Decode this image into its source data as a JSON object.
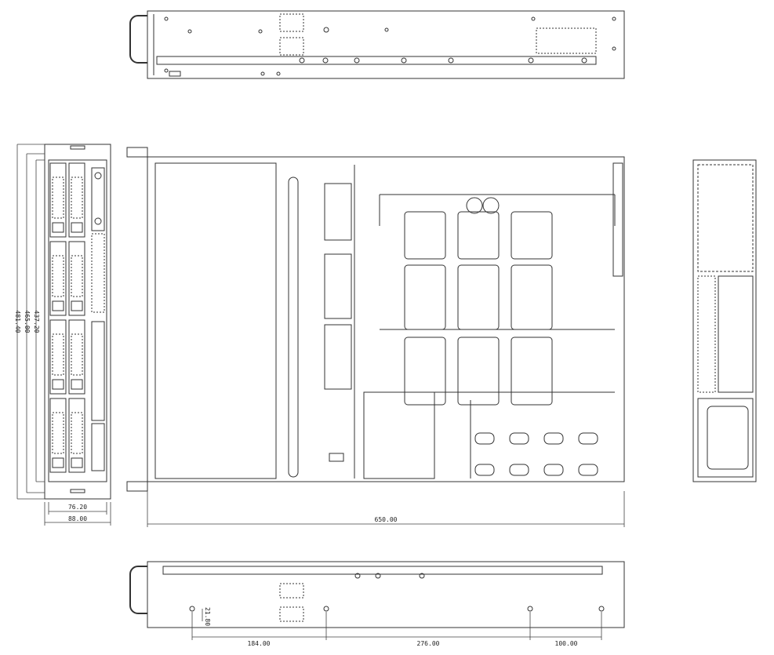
{
  "colors": {
    "ink": "#333333",
    "light_ink": "#777777",
    "paper": "#ffffff"
  },
  "dimensions": {
    "front_inner_width": "76.20",
    "front_outer_width": "88.00",
    "height_1": "437.20",
    "height_2": "465.00",
    "height_3": "481.40",
    "depth": "650.00",
    "mount_offset": "21.80",
    "mount_spacing_1": "184.00",
    "mount_spacing_2": "276.00",
    "mount_spacing_3": "100.00"
  },
  "views": [
    {
      "id": "side-view-top",
      "icon": "side-elevation"
    },
    {
      "id": "front-view",
      "icon": "front-panel"
    },
    {
      "id": "top-view",
      "icon": "plan-view"
    },
    {
      "id": "rear-view",
      "icon": "rear-panel"
    },
    {
      "id": "side-view-bottom",
      "icon": "side-elevation"
    }
  ]
}
